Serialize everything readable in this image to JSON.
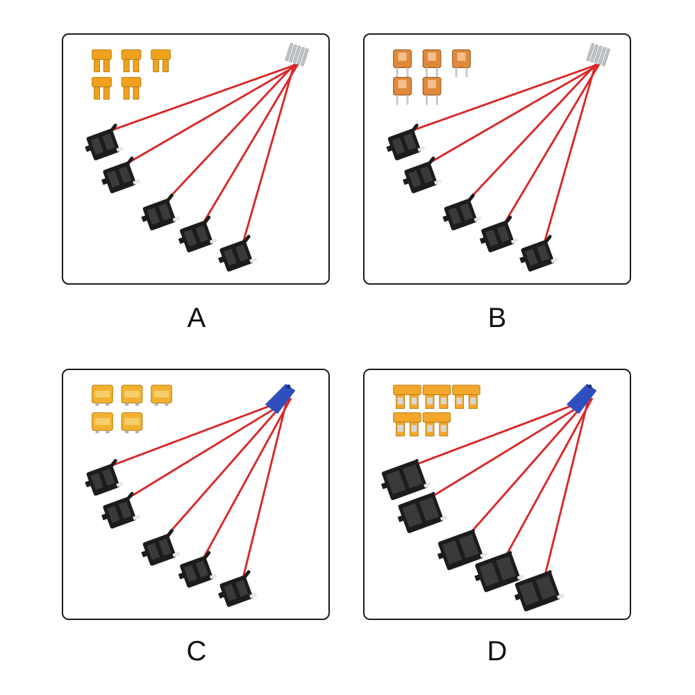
{
  "variants": [
    {
      "id": "a",
      "label": "A",
      "fuse_style": "mini",
      "tip_style": "metal",
      "wire_color": "#d8292a",
      "fuse_color": "#f0a21e"
    },
    {
      "id": "b",
      "label": "B",
      "fuse_style": "low-profile",
      "tip_style": "metal",
      "wire_color": "#d8292a",
      "fuse_color": "#e0893a"
    },
    {
      "id": "c",
      "label": "C",
      "fuse_style": "micro",
      "tip_style": "blue-insulated",
      "wire_color": "#d8292a",
      "fuse_color": "#f2b02e"
    },
    {
      "id": "d",
      "label": "D",
      "fuse_style": "standard",
      "tip_style": "blue-insulated",
      "wire_color": "#d8292a",
      "fuse_color": "#f4a72c"
    }
  ],
  "colors": {
    "holder": "#1c1c1c",
    "tip_blue": "#2f4fbf",
    "tip_metal": "#bfc3c8"
  },
  "icons": {
    "fuse": "blade-fuse-icon",
    "holder": "add-a-circuit-fuse-tap-icon",
    "tip": "wire-terminal-icon"
  }
}
